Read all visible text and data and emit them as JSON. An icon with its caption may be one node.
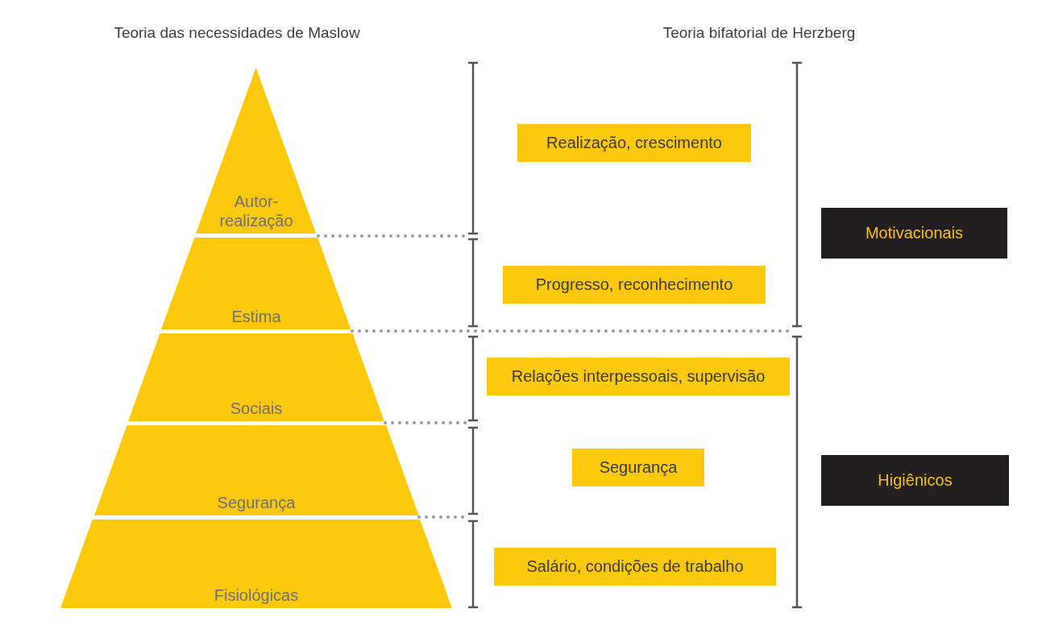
{
  "diagram": {
    "nodes": [
      {
        "text": [
          "Autor-realização"
        ]
      },
      {
        "text": [
          "Estima"
        ]
      },
      {
        "text": [
          "Sociais"
        ]
      },
      {
        "text": [
          "Segurança"
        ]
      },
      {
        "text": [
          "Fisiológicas"
        ]
      },
      {
        "text": [
          "Realização, crescimento"
        ]
      },
      {
        "text": [
          "Progresso, reconhecimento"
        ]
      },
      {
        "text": [
          "Relações interpessoais, supervisão"
        ]
      },
      {
        "text": [
          "Segurança"
        ]
      },
      {
        "text": [
          "Salário, condições de trabalho"
        ]
      },
      {
        "text": [
          "Motivacionais"
        ]
      },
      {
        "text": [
          "Higiênicos"
        ]
      }
    ],
    "labels": [
      "Teoria das necessidades de Maslow",
      "Teoria bifatorial de Herzberg"
    ]
  }
}
